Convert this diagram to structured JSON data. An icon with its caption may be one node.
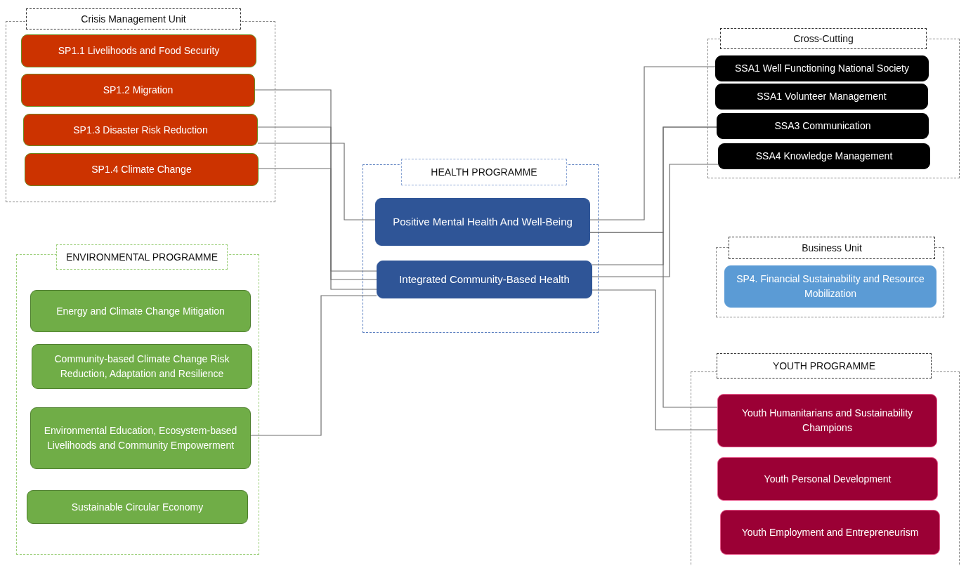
{
  "diagram": {
    "nodes": [
      {
        "text": [
          "Crisis Management Unit"
        ]
      },
      {
        "text": [
          "SP1.1 Livelihoods and Food Security"
        ],
        "in": 0
      },
      {
        "text": [
          "SP1.2 Migration"
        ],
        "in": 0
      },
      {
        "text": [
          "SP1.3 Disaster Risk Reduction"
        ],
        "in": 0
      },
      {
        "text": [
          "SP1.4 Climate Change"
        ],
        "in": 0
      },
      {
        "text": [
          "ENVIRONMENTAL PROGRAMME"
        ]
      },
      {
        "text": [
          "Energy and Climate Change Mitigation"
        ],
        "in": 5
      },
      {
        "text": [
          "Community-based Climate Change Risk Reduction, Adaptation and Resilience"
        ],
        "in": 5
      },
      {
        "text": [
          "Environmental Education, Ecosystem-based Livelihoods and Community Empowerment"
        ],
        "in": 5
      },
      {
        "text": [
          "Sustainable Circular Economy"
        ],
        "in": 5
      },
      {
        "text": [
          "HEALTH PROGRAMME"
        ]
      },
      {
        "text": [
          "Positive Mental Health And Well-Being"
        ],
        "in": 10
      },
      {
        "text": [
          "Integrated Community-Based Health"
        ],
        "in": 10
      },
      {
        "text": [
          "Cross-Cutting"
        ]
      },
      {
        "text": [
          "SSA1 Well Functioning National Society"
        ],
        "in": 13
      },
      {
        "text": [
          "SSA1 Volunteer Management"
        ],
        "in": 13
      },
      {
        "text": [
          "SSA3 Communication"
        ],
        "in": 13
      },
      {
        "text": [
          "SSA4 Knowledge Management"
        ],
        "in": 13
      },
      {
        "text": [
          "Business Unit"
        ]
      },
      {
        "text": [
          "SP4. Financial Sustainability and Resource Mobilization"
        ],
        "in": 18
      },
      {
        "text": [
          "YOUTH PROGRAMME"
        ]
      },
      {
        "text": [
          "Youth Humanitarians and Sustainability Champions"
        ],
        "in": 20
      },
      {
        "text": [
          "Youth Personal Development"
        ],
        "in": 20
      },
      {
        "text": [
          "Youth Employment and Entrepreneurism"
        ],
        "in": 20
      }
    ],
    "edges": [
      {
        "from": 2,
        "to": 12,
        "arrow": "none"
      },
      {
        "from": 3,
        "to": 12,
        "arrow": "none"
      },
      {
        "from": 4,
        "to": 12,
        "arrow": "none"
      },
      {
        "from": 3,
        "to": 11,
        "arrow": "none"
      },
      {
        "from": 8,
        "to": 12,
        "arrow": "none"
      },
      {
        "from": 11,
        "to": 14,
        "arrow": "none"
      },
      {
        "from": 11,
        "to": 16,
        "arrow": "none"
      },
      {
        "from": 12,
        "to": 16,
        "arrow": "none"
      },
      {
        "from": 11,
        "to": 21,
        "arrow": "none"
      },
      {
        "from": 12,
        "to": 17,
        "arrow": "none"
      },
      {
        "from": 12,
        "to": 21,
        "arrow": "none"
      }
    ]
  }
}
